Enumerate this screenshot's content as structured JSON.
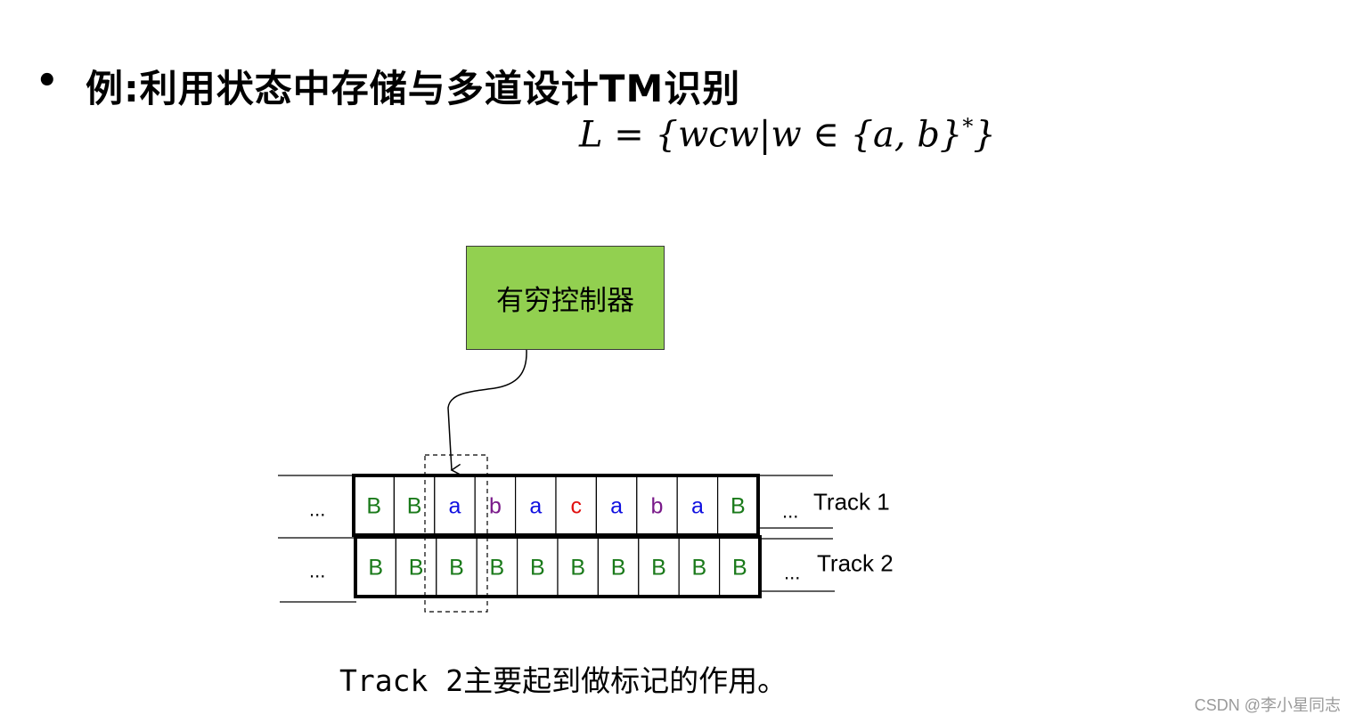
{
  "title": {
    "bullet": "•",
    "text": "例:利用状态中存储与多道设计TM识别"
  },
  "formula": {
    "main": "L = {wcw|w ∈ {a, b}",
    "sup": "*",
    "close": "}"
  },
  "finite_control": {
    "label": "有穷控制器"
  },
  "tracks": [
    {
      "label": "Track 1",
      "left_ellipsis": "...",
      "right_ellipsis": "...",
      "cells": [
        {
          "symbol": "B",
          "color": "#1a7a1a"
        },
        {
          "symbol": "B",
          "color": "#1a7a1a"
        },
        {
          "symbol": "a",
          "color": "#1010e0"
        },
        {
          "symbol": "b",
          "color": "#7a1a8a"
        },
        {
          "symbol": "a",
          "color": "#1010e0"
        },
        {
          "symbol": "c",
          "color": "#e01010"
        },
        {
          "symbol": "a",
          "color": "#1010e0"
        },
        {
          "symbol": "b",
          "color": "#7a1a8a"
        },
        {
          "symbol": "a",
          "color": "#1010e0"
        },
        {
          "symbol": "B",
          "color": "#1a7a1a"
        }
      ]
    },
    {
      "label": "Track 2",
      "left_ellipsis": "...",
      "right_ellipsis": "...",
      "cells": [
        {
          "symbol": "B",
          "color": "#1a7a1a"
        },
        {
          "symbol": "B",
          "color": "#1a7a1a"
        },
        {
          "symbol": "B",
          "color": "#1a7a1a"
        },
        {
          "symbol": "B",
          "color": "#1a7a1a"
        },
        {
          "symbol": "B",
          "color": "#1a7a1a"
        },
        {
          "symbol": "B",
          "color": "#1a7a1a"
        },
        {
          "symbol": "B",
          "color": "#1a7a1a"
        },
        {
          "symbol": "B",
          "color": "#1a7a1a"
        },
        {
          "symbol": "B",
          "color": "#1a7a1a"
        },
        {
          "symbol": "B",
          "color": "#1a7a1a"
        }
      ]
    }
  ],
  "caption": "Track 2主要起到做标记的作用。",
  "watermark": "CSDN @李小星同志"
}
